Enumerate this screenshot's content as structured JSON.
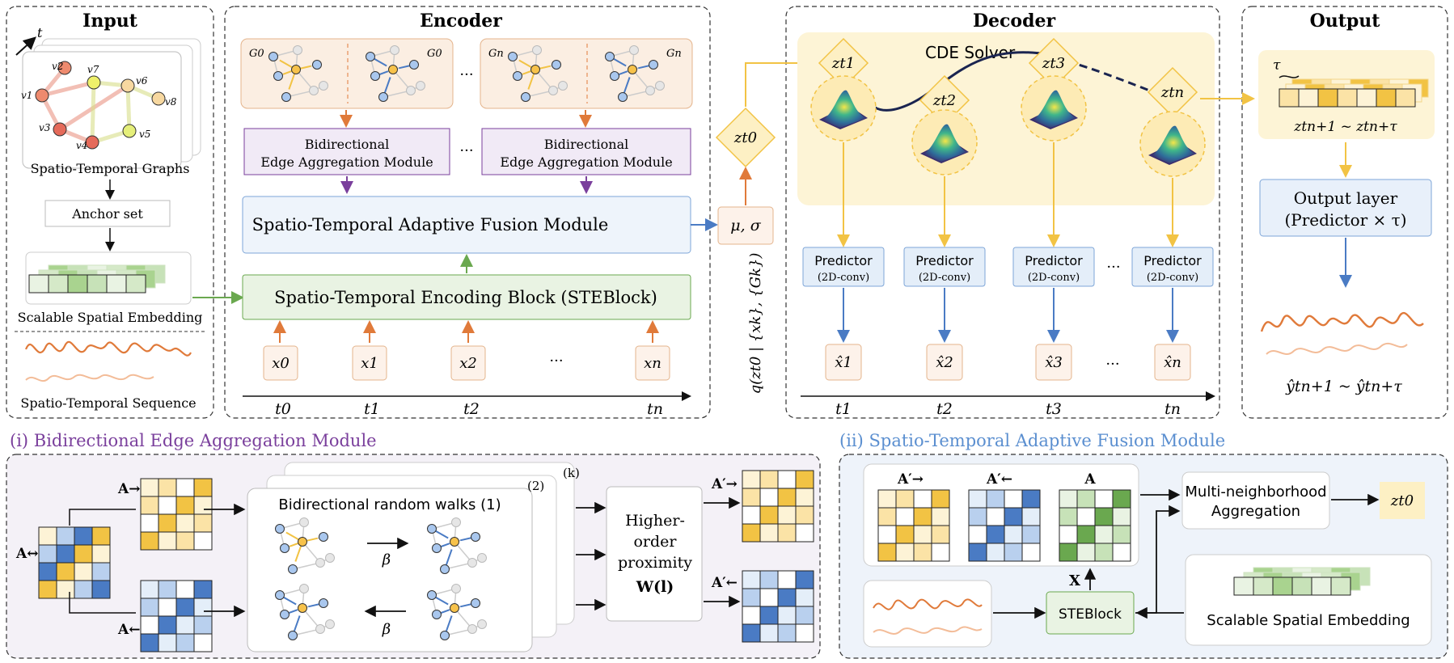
{
  "panels": {
    "input": "Input",
    "encoder": "Encoder",
    "decoder": "Decoder",
    "output": "Output"
  },
  "input": {
    "time_axis": "t",
    "graph_caption": "Spatio-Temporal Graphs",
    "anchor_set": "Anchor set",
    "embedding_caption": "Scalable Spatial Embedding",
    "sequence_caption": "Spatio-Temporal Sequence",
    "nodes": [
      "v1",
      "v2",
      "v3",
      "v4",
      "v5",
      "v6",
      "v7",
      "v8"
    ]
  },
  "encoder": {
    "graph_labels": [
      "G0",
      "G0",
      "Gn",
      "Gn"
    ],
    "ellipsis": "···",
    "beam_line1": "Bidirectional",
    "beam_line2": "Edge Aggregation Module",
    "staf": "Spatio-Temporal Adaptive Fusion Module",
    "steblock": "Spatio-Temporal Encoding Block (STEBlock)",
    "inputs": [
      "x0",
      "x1",
      "x2",
      "xn"
    ],
    "times": [
      "t0",
      "t1",
      "t2",
      "tn"
    ],
    "musigma": "μ, σ",
    "posterior": "q(zt0 | {xk}, {Gk})",
    "z0": "zt0"
  },
  "decoder": {
    "solver": "CDE Solver",
    "states": [
      "zt1",
      "zt2",
      "zt3",
      "ztn"
    ],
    "predictor": "Predictor",
    "predictor_sub": "(2D-conv)",
    "outputs": [
      "x̂1",
      "x̂2",
      "x̂3",
      "x̂n"
    ],
    "times": [
      "t1",
      "t2",
      "t3",
      "tn"
    ],
    "ellipsis": "···"
  },
  "output": {
    "tau": "τ",
    "latent_range": "ztn+1 ~ ztn+τ",
    "layer_line1": "Output layer",
    "layer_line2": "(Predictor × τ)",
    "prediction_range": "ŷtn+1 ~ ŷtn+τ"
  },
  "module_i": {
    "title": "(i) Bidirectional Edge Aggregation Module",
    "a_fwd": "A→",
    "a_bwd": "A←",
    "a_bi": "A↔",
    "walks": "Bidirectional random walks (1)",
    "stack_2": "(2)",
    "stack_k": "(k)",
    "beta": "β",
    "proximity_line1": "Higher-",
    "proximity_line2": "order",
    "proximity_line3": "proximity",
    "proximity_line4": "W(l)",
    "a_prime_fwd": "A′→",
    "a_prime_bwd": "A′←"
  },
  "module_ii": {
    "title": "(ii) Spatio-Temporal Adaptive Fusion Module",
    "m1": "A′→",
    "m2": "A′←",
    "m3": "A",
    "x_label": "X",
    "steblock": "STEBlock",
    "agg_line1": "Multi-neighborhood",
    "agg_line2": "Aggregation",
    "z0": "zt0",
    "embedding": "Scalable Spatial Embedding"
  },
  "colors": {
    "orange": "#e07a3a",
    "purple": "#7a3f9c",
    "blue": "#4a7bc4",
    "green": "#6aa84f",
    "yellow": "#f2c344",
    "module_i_title": "#7a3f9c",
    "module_ii_title": "#5b8fd0"
  }
}
